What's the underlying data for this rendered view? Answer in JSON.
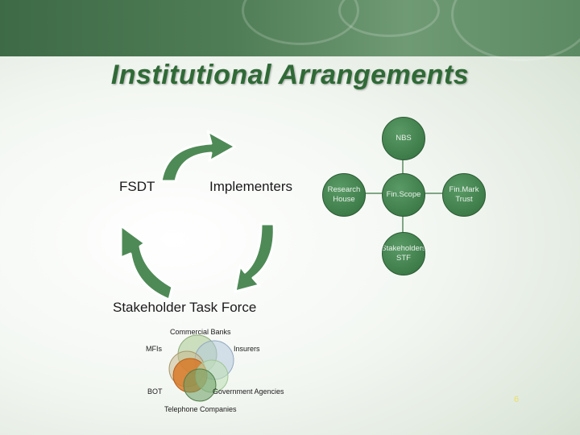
{
  "title": "Institutional Arrangements",
  "cycle": {
    "labels": {
      "fsdt": "FSDT",
      "implementers": "Implementers",
      "stakeholder_task_force": "Stakeholder Task Force"
    }
  },
  "network": {
    "center": "Fin.Scope",
    "nodes": {
      "top": "NBS",
      "left": "Research\nHouse",
      "right": "Fin.Mark\nTrust",
      "bottom": "Stakeholders\nSTF"
    }
  },
  "venn": {
    "labels": {
      "commercial_banks": "Commercial Banks",
      "mfis": "MFIs",
      "insurers": "Insurers",
      "bot": "BOT",
      "government_agencies": "Government Agencies",
      "telephone_companies": "Telephone Companies"
    }
  },
  "page_number": "6",
  "colors": {
    "title": "#2f6a36",
    "arrow": "#4e8a56",
    "node": "#3e7d4a",
    "banner": "#4f7d55"
  }
}
